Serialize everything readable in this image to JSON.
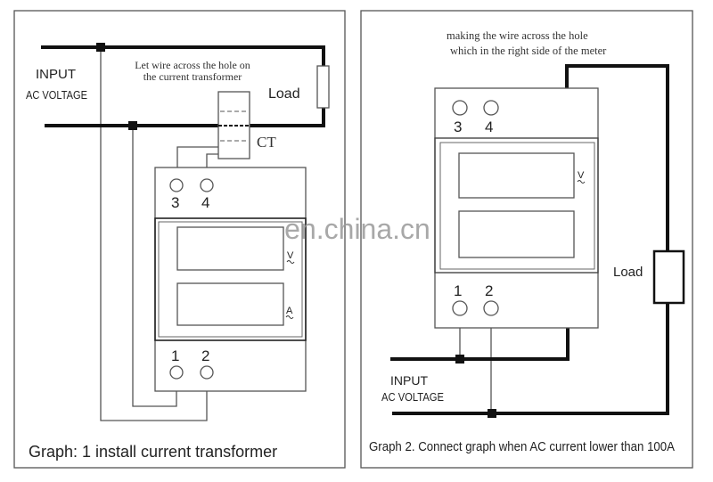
{
  "graph1": {
    "input_label": "INPUT",
    "voltage_label": "AC VOLTAGE",
    "instruction_line1": "Let wire across the hole on",
    "instruction_line2": "the current transformer",
    "load_label": "Load",
    "ct_label": "CT",
    "terminals": [
      "1",
      "2",
      "3",
      "4"
    ],
    "display_units": [
      "V",
      "A"
    ],
    "caption": "Graph: 1 install current transformer"
  },
  "graph2": {
    "instruction_line1": "making the wire across the hole",
    "instruction_line2": "which in the right side of the meter",
    "load_label": "Load",
    "input_label": "INPUT",
    "voltage_label": "AC VOLTAGE",
    "terminals": [
      "1",
      "2",
      "3",
      "4"
    ],
    "display_units": [
      "V"
    ],
    "caption": "Graph 2. Connect graph when AC current lower than 100A"
  },
  "watermark": "en.china.cn"
}
